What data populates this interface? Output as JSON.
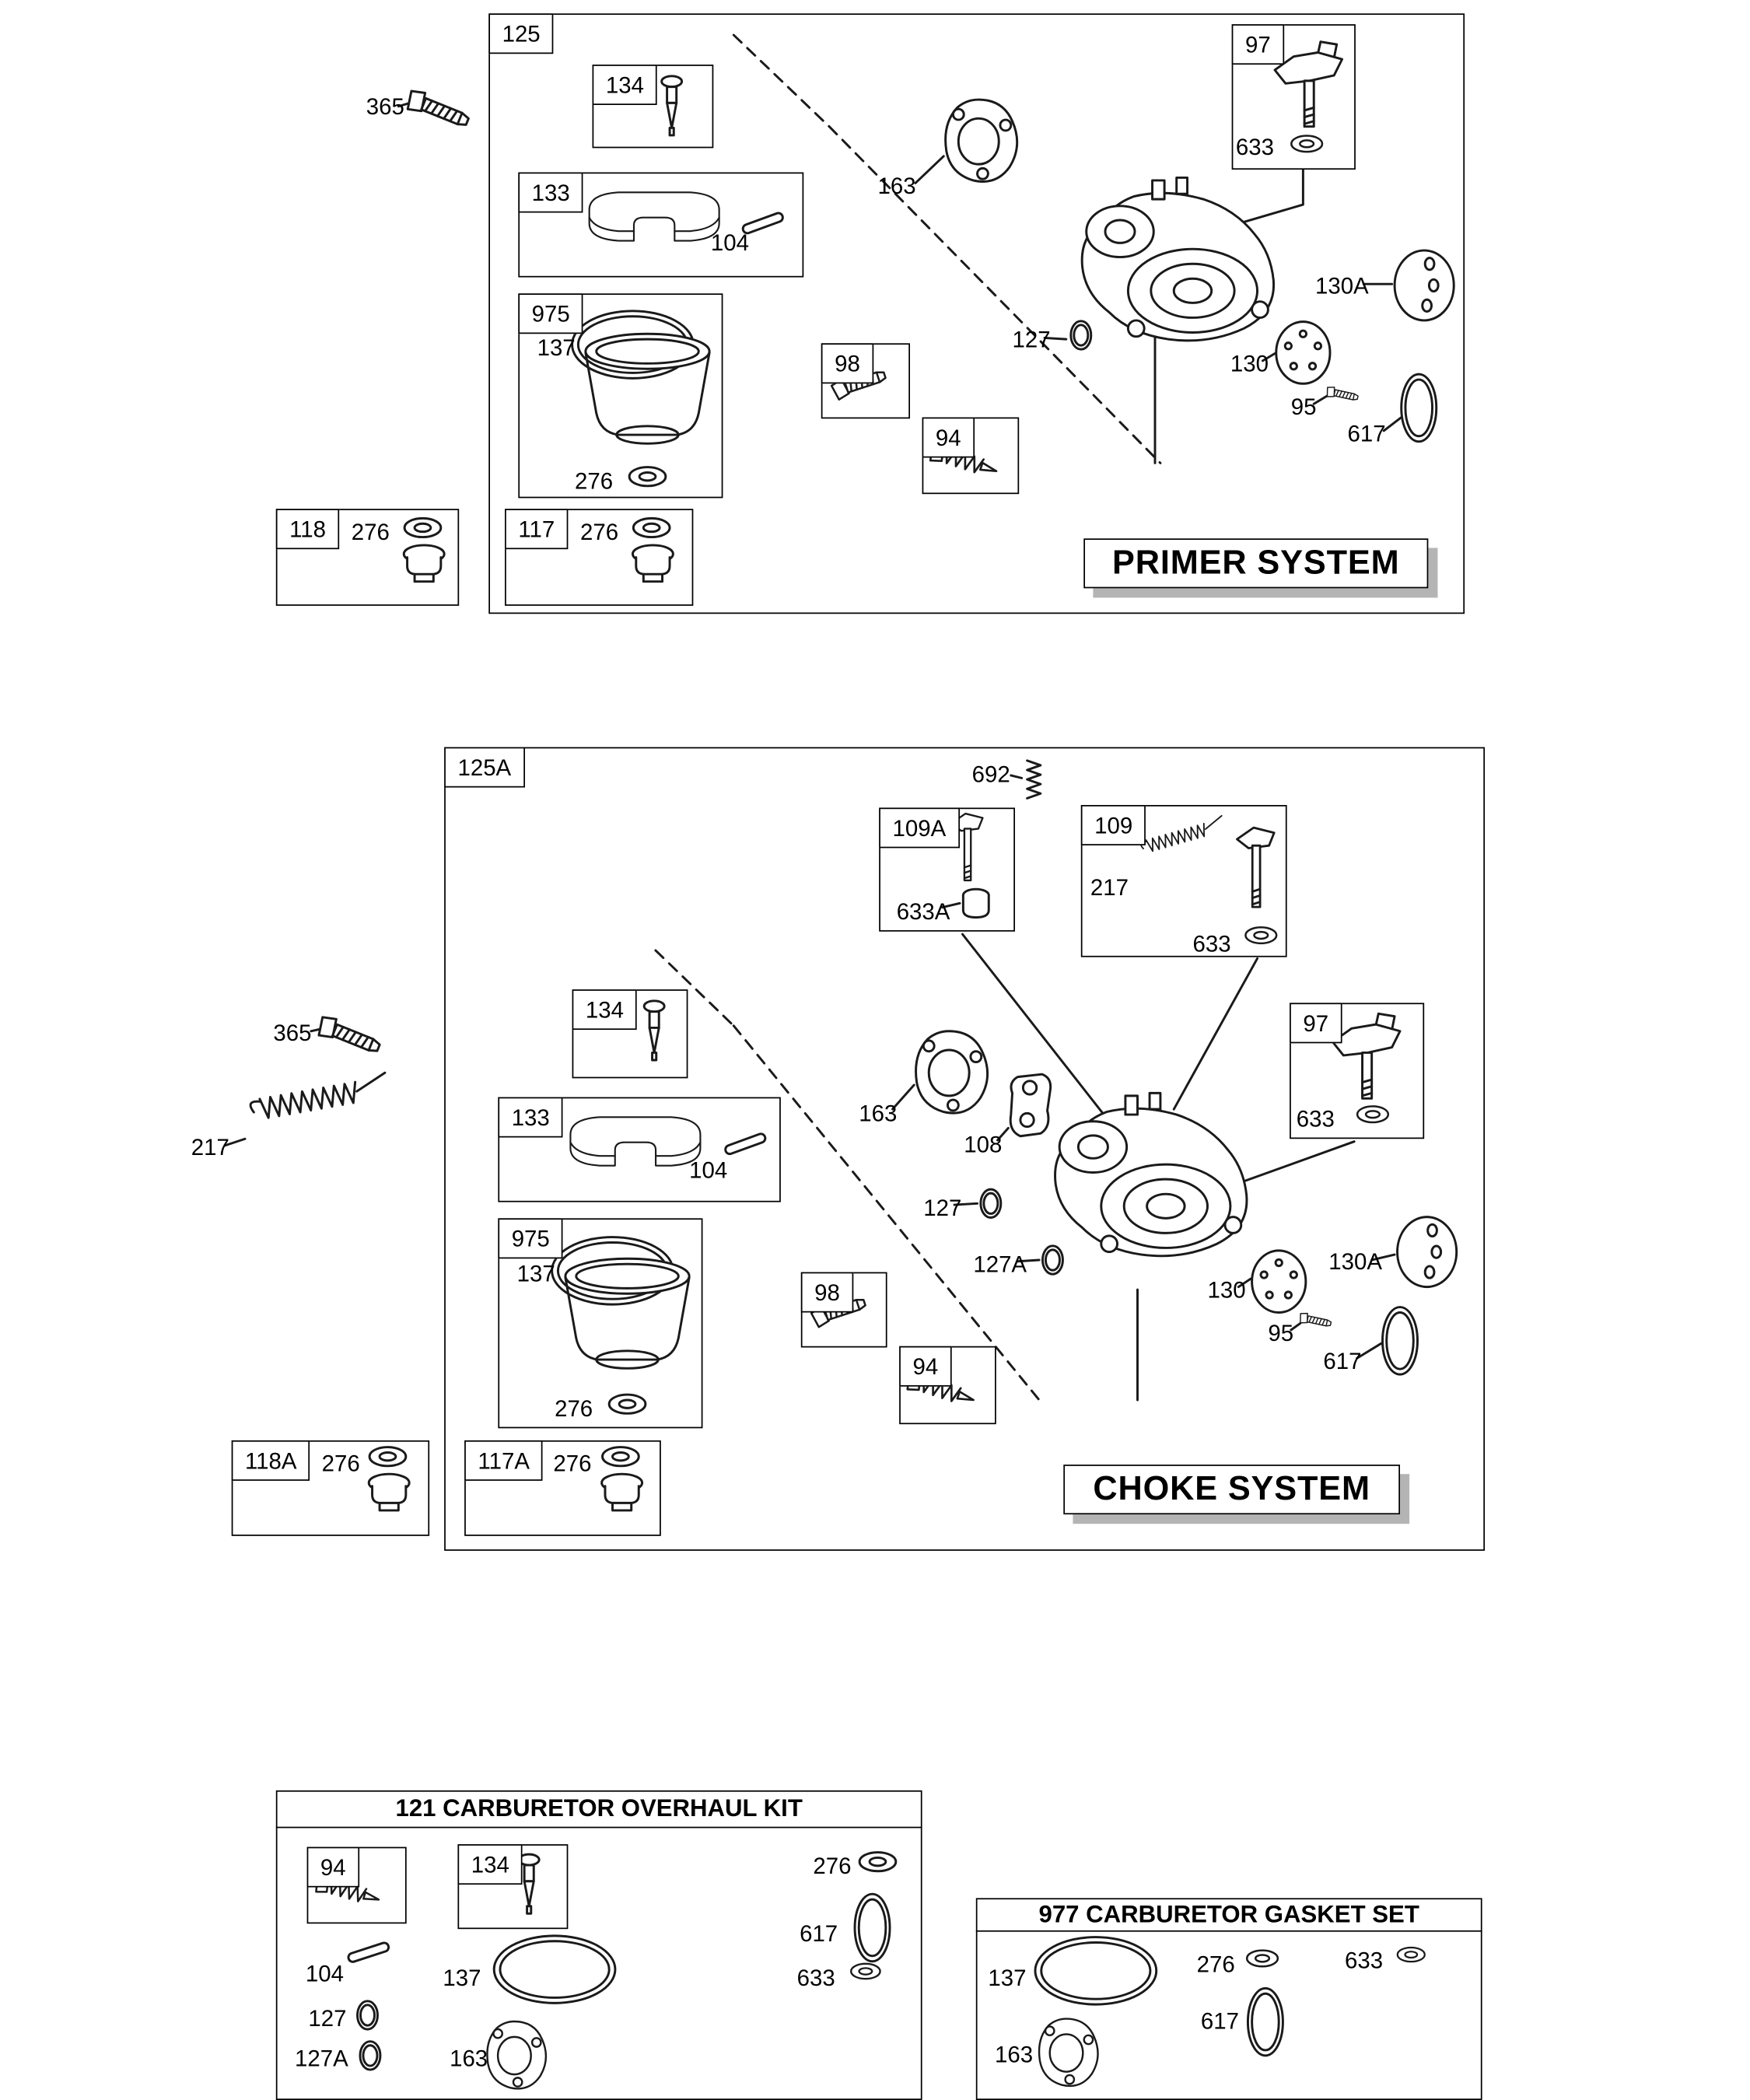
{
  "page": {
    "background": "#ffffff",
    "ink": "#000000",
    "title_shadow": "#b4b4b4"
  },
  "sections": {
    "primer": {
      "box_label": "125",
      "title": "PRIMER SYSTEM"
    },
    "choke": {
      "box_label": "125A",
      "title": "CHOKE SYSTEM"
    },
    "overhaul_kit": {
      "title": "121 CARBURETOR OVERHAUL KIT"
    },
    "gasket_set": {
      "title": "977 CARBURETOR GASKET SET"
    }
  },
  "part_labels": {
    "94": "94",
    "95": "95",
    "97": "97",
    "98": "98",
    "104": "104",
    "108": "108",
    "109": "109",
    "109A": "109A",
    "117": "117",
    "117A": "117A",
    "118": "118",
    "118A": "118A",
    "125": "125",
    "125A": "125A",
    "127": "127",
    "127A": "127A",
    "130": "130",
    "130A": "130A",
    "133": "133",
    "134": "134",
    "137": "137",
    "163": "163",
    "217": "217",
    "276": "276",
    "365": "365",
    "617": "617",
    "633": "633",
    "633A": "633A",
    "692": "692",
    "975": "975"
  }
}
